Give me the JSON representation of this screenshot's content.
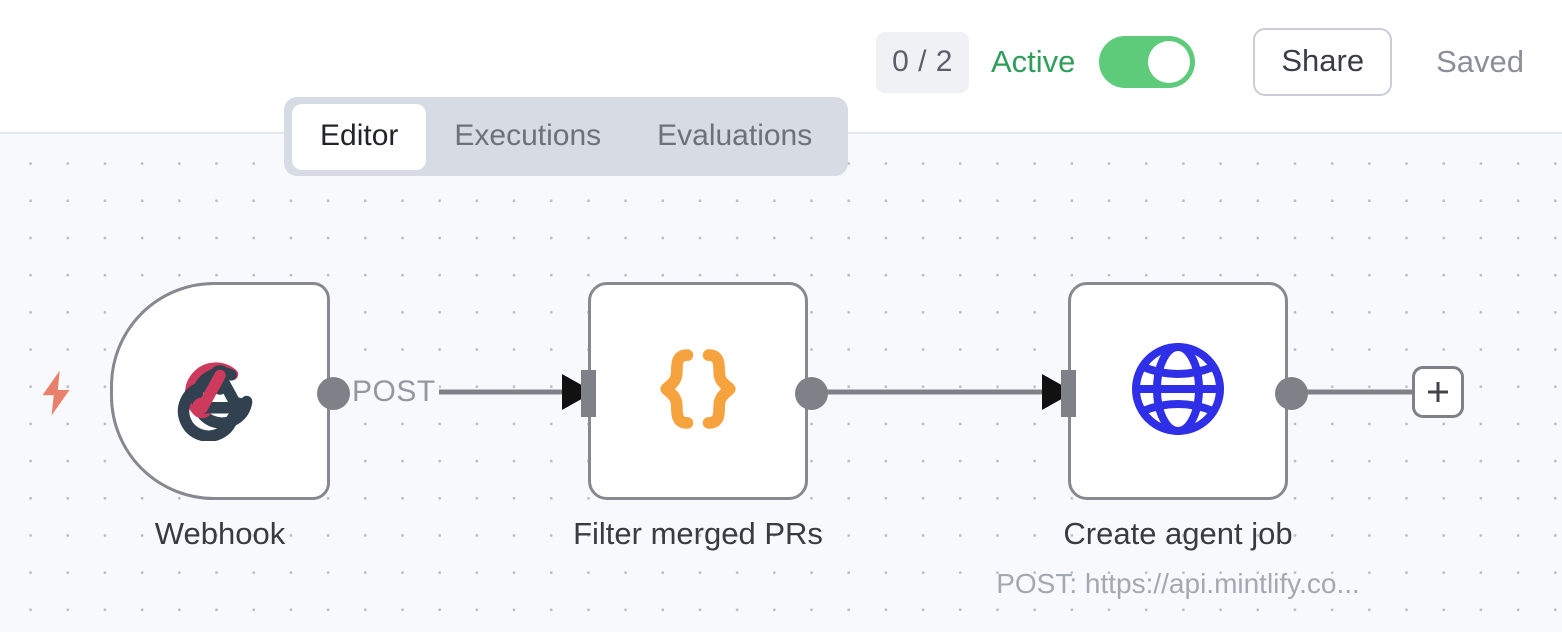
{
  "header": {
    "count_badge": "0 / 2",
    "active_label": "Active",
    "toggle_state": "on",
    "share_label": "Share",
    "saved_label": "Saved",
    "accent_green": "#5DCB7A",
    "active_text_color": "#2E9E5B"
  },
  "tabs": [
    {
      "label": "Editor",
      "active": true
    },
    {
      "label": "Executions",
      "active": false
    },
    {
      "label": "Evaluations",
      "active": false
    }
  ],
  "canvas": {
    "background": "#F8F9FC",
    "dot_color": "#B9BECB"
  },
  "nodes": [
    {
      "id": "webhook",
      "type": "trigger",
      "icon": "webhook-icon",
      "icon_colors": {
        "pink": "#CE3A5C",
        "dark": "#32414F"
      },
      "caption": "Webhook",
      "subcaption": ""
    },
    {
      "id": "filter-merged-prs",
      "type": "action",
      "icon": "json-braces-icon",
      "icon_colors": {
        "orange": "#F5A23F"
      },
      "caption": "Filter merged PRs",
      "subcaption": ""
    },
    {
      "id": "create-agent-job",
      "type": "action",
      "icon": "globe-icon",
      "icon_colors": {
        "blue": "#2F2FE8"
      },
      "caption": "Create agent job",
      "subcaption": "POST: https://api.mintlify.co..."
    }
  ],
  "edges": [
    {
      "from": "webhook",
      "to": "filter-merged-prs",
      "label": "POST"
    },
    {
      "from": "filter-merged-prs",
      "to": "create-agent-job",
      "label": ""
    }
  ],
  "controls": {
    "add_node_label": "+",
    "trigger_bolt": "lightning-bolt",
    "bolt_color": "#E8806B"
  }
}
